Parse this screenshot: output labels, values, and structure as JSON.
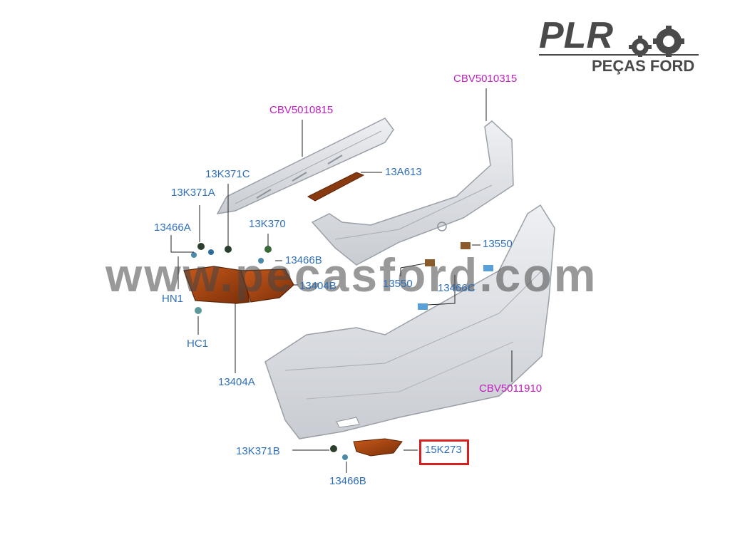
{
  "logo": {
    "brand": "PLR",
    "subtitle": "PEÇAS FORD",
    "gear_icon": "gears-icon"
  },
  "watermark": "www.pecasford.com",
  "callouts": [
    {
      "id": "cbv5010815",
      "label": "CBV5010815",
      "kind": "cbv"
    },
    {
      "id": "cbv5010315",
      "label": "CBV5010315",
      "kind": "cbv"
    },
    {
      "id": "cbv5011910",
      "label": "CBV5011910",
      "kind": "cbv"
    },
    {
      "id": "13k371c",
      "label": "13K371C",
      "kind": "part"
    },
    {
      "id": "13a613",
      "label": "13A613",
      "kind": "part"
    },
    {
      "id": "13k371a",
      "label": "13K371A",
      "kind": "part"
    },
    {
      "id": "13466a",
      "label": "13466A",
      "kind": "part"
    },
    {
      "id": "13k370",
      "label": "13K370",
      "kind": "part"
    },
    {
      "id": "13466b-top",
      "label": "13466B",
      "kind": "part"
    },
    {
      "id": "13404b",
      "label": "13404B",
      "kind": "part"
    },
    {
      "id": "hn1",
      "label": "HN1",
      "kind": "part"
    },
    {
      "id": "hc1",
      "label": "HC1",
      "kind": "part"
    },
    {
      "id": "13404a",
      "label": "13404A",
      "kind": "part"
    },
    {
      "id": "13550-right",
      "label": "13550",
      "kind": "part"
    },
    {
      "id": "13550-left",
      "label": "13550",
      "kind": "part"
    },
    {
      "id": "13466c",
      "label": "13466C",
      "kind": "part"
    },
    {
      "id": "13k371b",
      "label": "13K371B",
      "kind": "part"
    },
    {
      "id": "15k273",
      "label": "15K273",
      "kind": "part",
      "highlighted": true
    },
    {
      "id": "13466b-bottom",
      "label": "13466B",
      "kind": "part"
    }
  ],
  "colors": {
    "part_label": "#2f6fb8",
    "cbv_label": "#c020c0",
    "highlight": "#d62020",
    "lamp": "#b34a12"
  }
}
